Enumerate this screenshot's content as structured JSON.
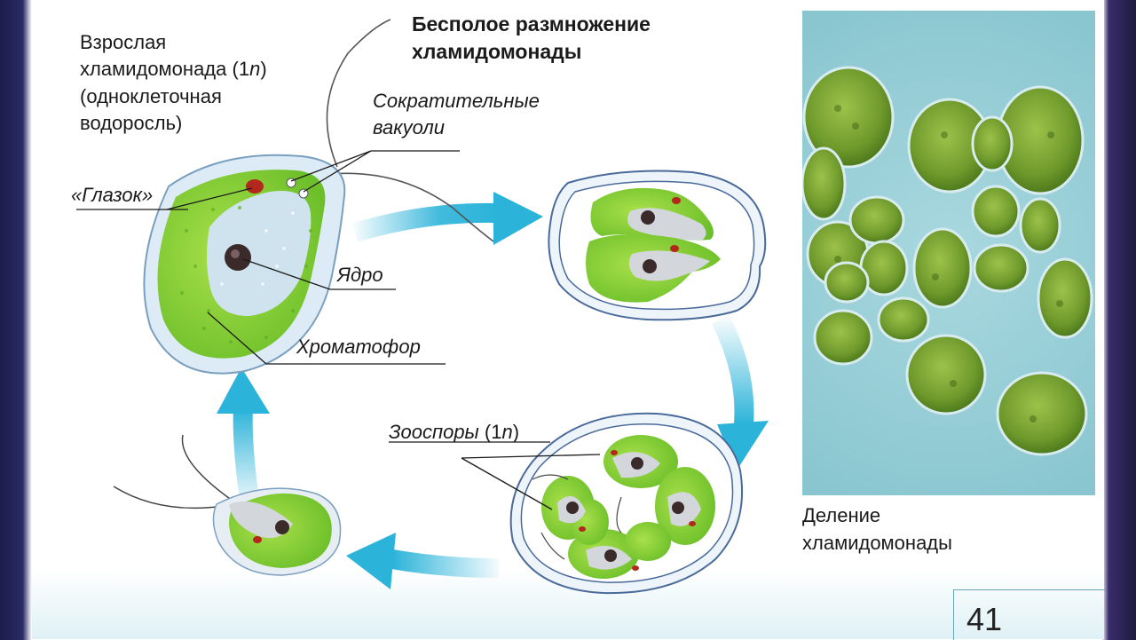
{
  "title_line1": "Бесполое размножение",
  "title_line2": "хламидомонады",
  "adult": {
    "line1": "Взрослая",
    "line2_prefix": "хламидомонада (1",
    "line2_n": "n",
    "line2_suffix": ")",
    "line3": "(одноклеточная",
    "line4": "водоросль)"
  },
  "labels": {
    "eyespot": "«Глазок»",
    "vacuoles_line1": "Сократительные",
    "vacuoles_line2": "вакуоли",
    "nucleus": "Ядро",
    "chromatophore": "Хроматофор",
    "zoospores_word": "Зооспоры",
    "zoospores_paren_open": " (1",
    "zoospores_n": "n",
    "zoospores_paren_close": ")"
  },
  "photo_caption": {
    "line1": "Деление",
    "line2": "хламидомонады"
  },
  "page_number": "41",
  "colors": {
    "cell_green": "#8fd23a",
    "arrow_blue": "#2bb3d9",
    "eyespot_red": "#b3281c"
  }
}
